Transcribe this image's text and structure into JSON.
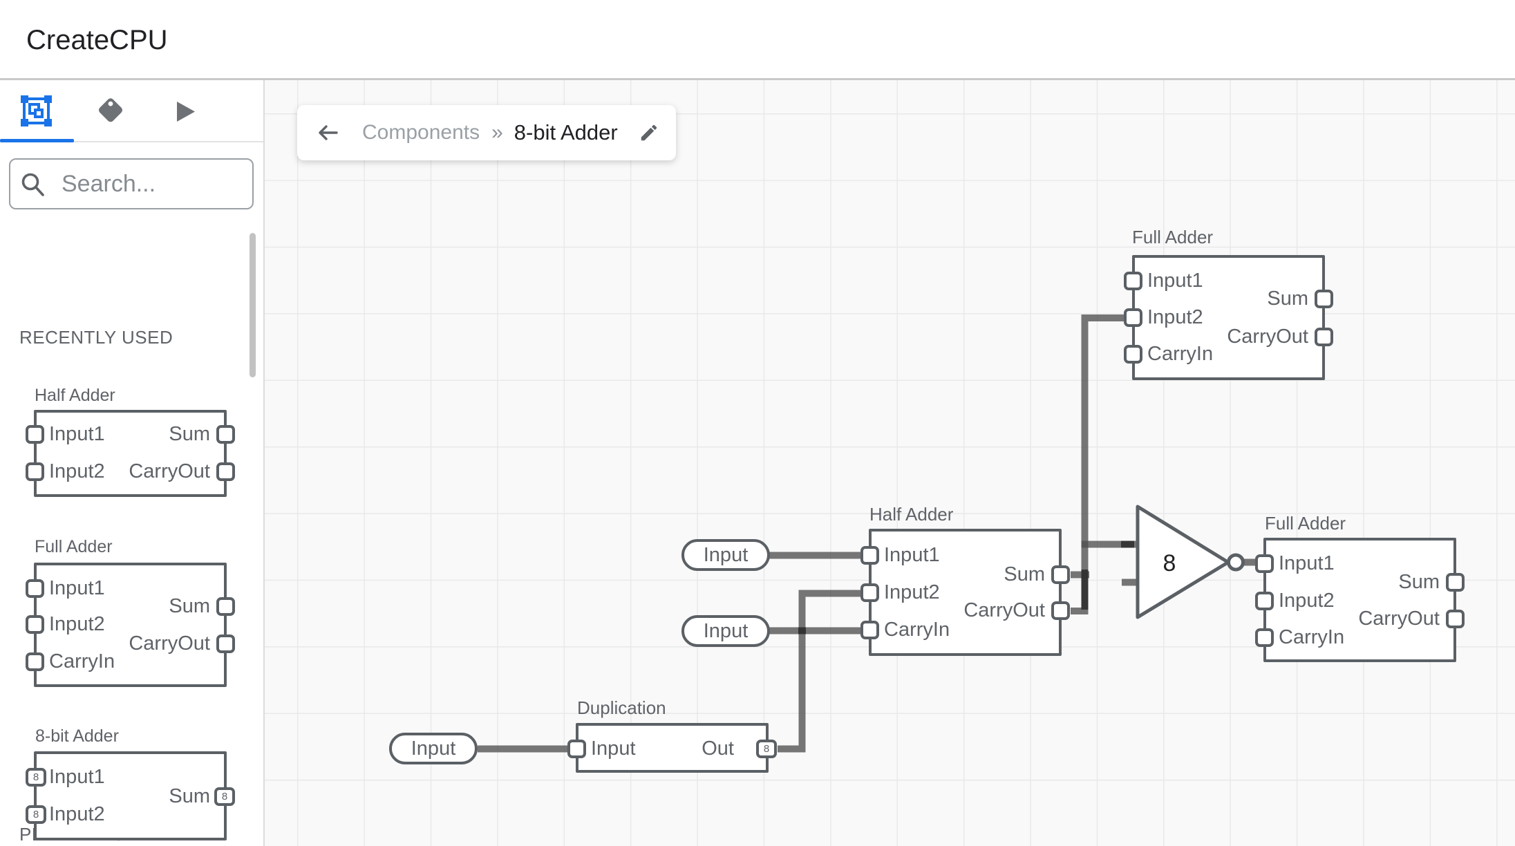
{
  "app": {
    "title": "CreateCPU"
  },
  "sidebar": {
    "search": {
      "placeholder": "Search..."
    },
    "sections": {
      "recent": "RECENTLY USED",
      "primitives": "PRIMITIVES"
    },
    "components": [
      {
        "title": "Half Adder",
        "left_ports": [
          "Input1",
          "Input2"
        ],
        "right_ports": [
          "Sum",
          "CarryOut"
        ]
      },
      {
        "title": "Full Adder",
        "left_ports": [
          "Input1",
          "Input2",
          "CarryIn"
        ],
        "right_ports": [
          "Sum",
          "CarryOut"
        ]
      },
      {
        "title": "8-bit Adder",
        "left_ports": [
          "Input1",
          "Input2"
        ],
        "right_ports": [
          "Sum"
        ],
        "bus_width": "8"
      }
    ]
  },
  "breadcrumb": {
    "root": "Components",
    "separator": "»",
    "current": "8-bit Adder"
  },
  "canvas": {
    "input_pills": [
      "Input",
      "Input",
      "Input"
    ],
    "buffer_gate": {
      "label": "8"
    },
    "components": [
      {
        "title": "Full Adder",
        "left_ports": [
          "Input1",
          "Input2",
          "CarryIn"
        ],
        "right_ports": [
          "Sum",
          "CarryOut"
        ]
      },
      {
        "title": "Half Adder",
        "left_ports": [
          "Input1",
          "Input2",
          "CarryIn"
        ],
        "right_ports": [
          "Sum",
          "CarryOut"
        ]
      },
      {
        "title": "Full Adder",
        "left_ports": [
          "Input1",
          "Input2",
          "CarryIn"
        ],
        "right_ports": [
          "Sum",
          "CarryOut"
        ]
      },
      {
        "title": "Duplication",
        "left_ports": [
          "Input"
        ],
        "right_ports": [
          "Out"
        ],
        "out_bus_width": "8"
      }
    ]
  },
  "colors": {
    "accent": "#1a73e8",
    "outline": "#5b6065",
    "wire": "#4f4f4f",
    "canvas_bg": "#f9f9f9"
  }
}
